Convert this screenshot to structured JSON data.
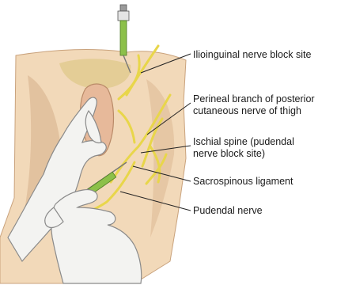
{
  "diagram": {
    "labels": {
      "ilioinguinal": "Ilioinguinal nerve block site",
      "perineal": "Perineal branch of posterior\ncutaneous nerve of thigh",
      "ischial": "Ischial spine (pudendal\nnerve block site)",
      "sacrospinous": "Sacrospinous ligament",
      "pudendal": "Pudendal nerve"
    },
    "colors": {
      "skin": "#f2d9b9",
      "skin_shadow": "#dcb894",
      "nerve": "#e8d64a",
      "glove": "#f3f3f1",
      "syringe": "#8cc04a",
      "leader": "#222222"
    }
  }
}
